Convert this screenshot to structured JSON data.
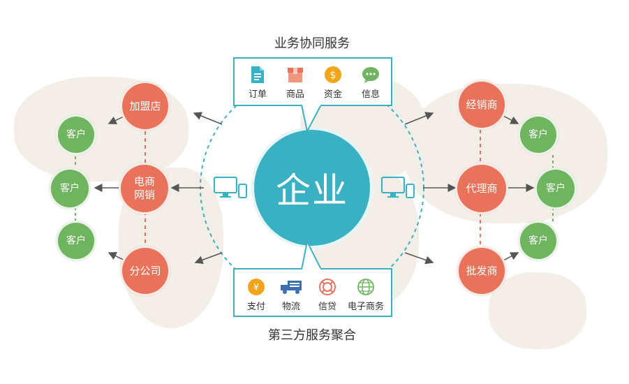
{
  "top_caption": "业务协同服务",
  "bottom_caption": "第三方服务聚合",
  "center_label": "企业",
  "top_services": [
    {
      "label": "订单",
      "icon": "document-icon"
    },
    {
      "label": "商品",
      "icon": "box-icon"
    },
    {
      "label": "资金",
      "icon": "dollar-coin-icon"
    },
    {
      "label": "信息",
      "icon": "chat-bubble-icon"
    }
  ],
  "bottom_services": [
    {
      "label": "支付",
      "icon": "yen-coin-icon"
    },
    {
      "label": "物流",
      "icon": "truck-icon"
    },
    {
      "label": "信贷",
      "icon": "lifebuoy-icon"
    },
    {
      "label": "电子商务",
      "icon": "globe-icon"
    }
  ],
  "left": {
    "channels": [
      "加盟店",
      "电商\n网销",
      "分公司"
    ],
    "customers": [
      "客户",
      "客户",
      "客户"
    ]
  },
  "right": {
    "channels": [
      "经销商",
      "代理商",
      "批发商"
    ],
    "customers": [
      "客户",
      "客户",
      "客户"
    ]
  },
  "colors": {
    "center": "#3ab1c3",
    "channel": "#e8735a",
    "customer": "#6fb45f",
    "map": "#f3efe8",
    "arrow": "#555555"
  }
}
